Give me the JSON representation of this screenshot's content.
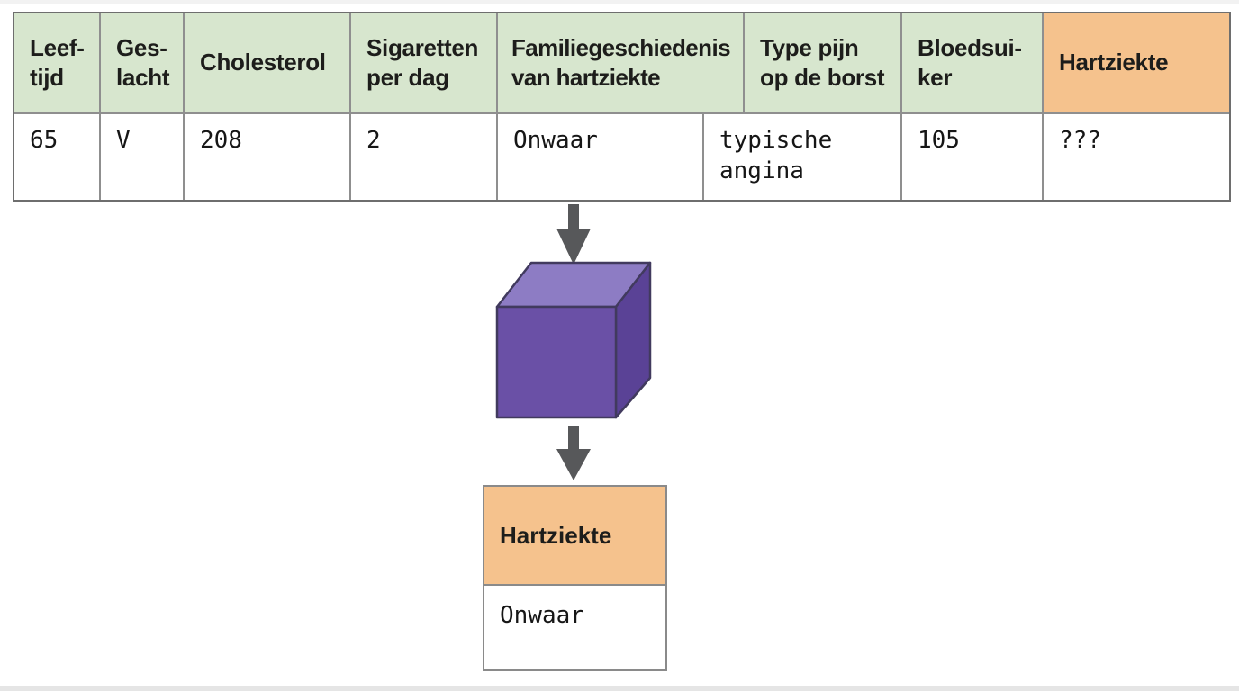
{
  "colors": {
    "header_green": "#d7e6ce",
    "highlight_orange": "#f5c28d",
    "cube_front": "#6a50a6",
    "cube_top": "#8d7cc4",
    "cube_right": "#5a4296",
    "cube_outline": "#413a5e",
    "arrow_gray": "#57585a",
    "border_gray": "#8f8f8f"
  },
  "table": {
    "headers": [
      "Leef-\ntijd",
      "Ges-\nlacht",
      "Cholesterol",
      "Sigaretten\nper dag",
      "Familiegeschiedenis\nvan hartziekte",
      "Type pijn\nop de borst",
      "Bloedsui-\nker",
      "Hartziekte"
    ],
    "row": [
      "65",
      "V",
      "208",
      "2",
      "Onwaar",
      "typische\nangina",
      "105",
      "???"
    ]
  },
  "flow": {
    "input_arrow_icon": "down-arrow",
    "model_icon": "purple-cube",
    "output_arrow_icon": "down-arrow",
    "output_box": {
      "header": "Hartziekte",
      "value": "Onwaar"
    }
  }
}
